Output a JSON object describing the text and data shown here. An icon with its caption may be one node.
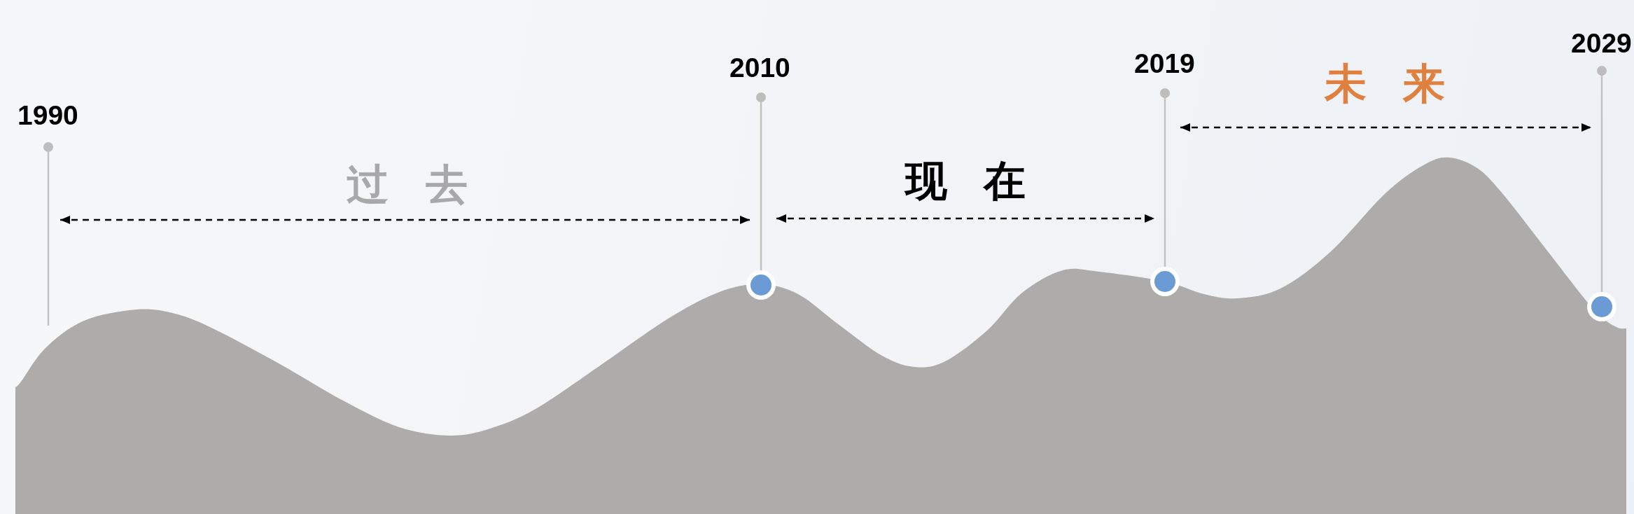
{
  "diagram": {
    "labels": [
      "1990",
      "过去",
      "2010",
      "现在",
      "2019",
      "未来",
      "2029"
    ]
  }
}
